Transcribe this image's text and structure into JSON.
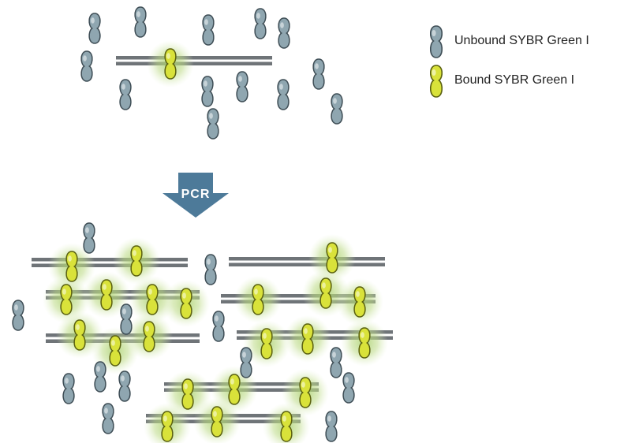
{
  "legend": {
    "unbound_label": "Unbound SYBR Green I",
    "bound_label": "Bound SYBR Green I"
  },
  "arrow": {
    "label": "PCR"
  },
  "colors": {
    "dna_strand": "#6f7478",
    "unbound_fill": "#8fa6b0",
    "unbound_stroke": "#3e4d55",
    "bound_fill": "#d9e23a",
    "bound_stroke": "#5a6010",
    "glow": "#b9d77a",
    "arrow_fill": "#4d7a99",
    "arrow_text": "#ffffff"
  }
}
